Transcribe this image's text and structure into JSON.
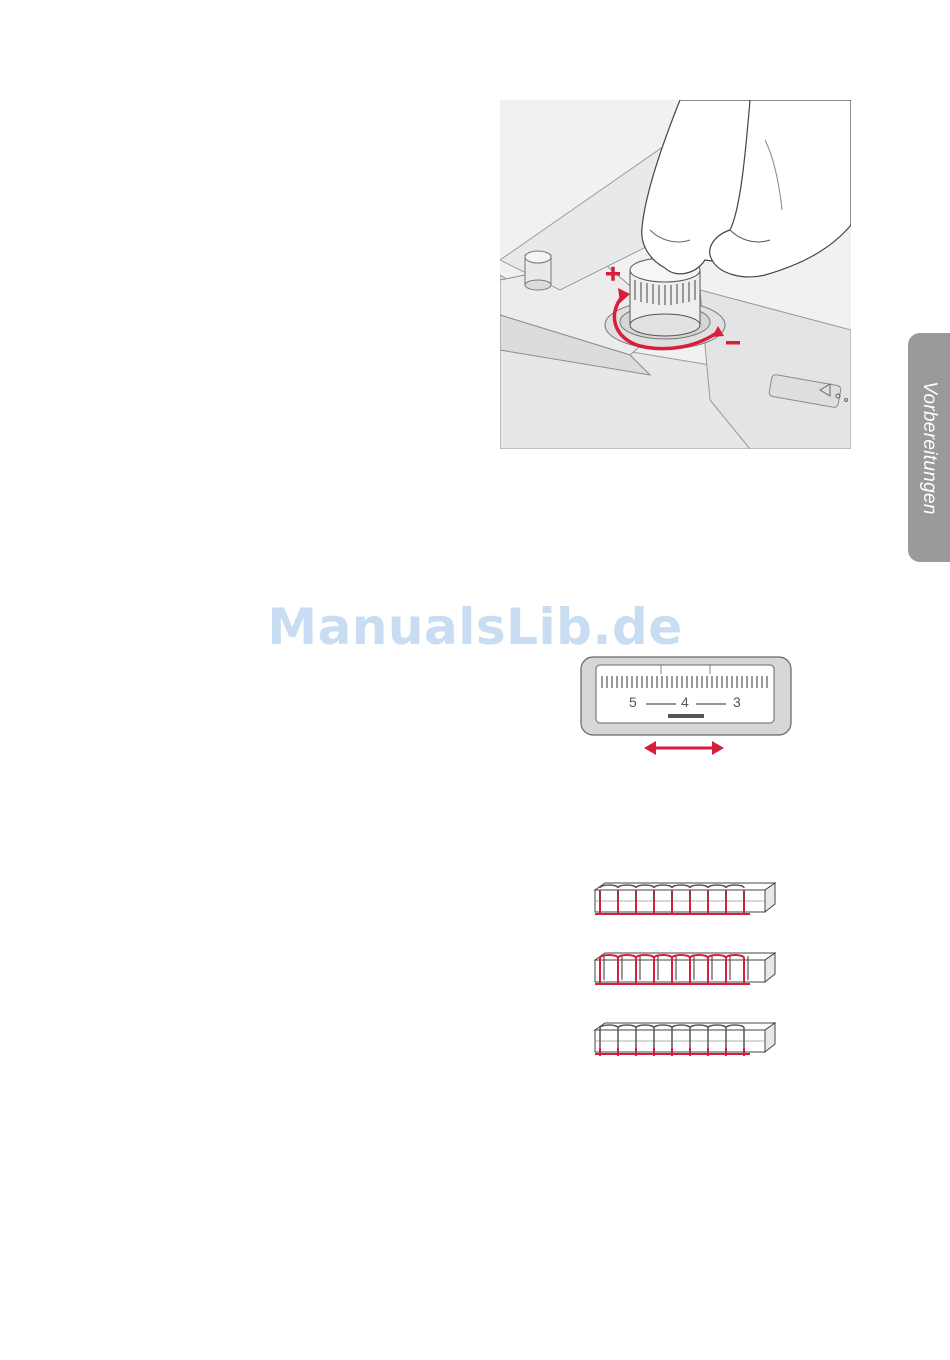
{
  "side_tab": {
    "label": "Vorbereitungen"
  },
  "watermark": {
    "text": "ManualsLib.de"
  },
  "knob_figure": {
    "plus_symbol": "+",
    "minus_symbol": "–"
  },
  "dial_figure": {
    "numbers": [
      "5",
      "4",
      "3"
    ]
  },
  "colors": {
    "accent_red": "#d81e3a",
    "tab_gray": "#9a9a9a",
    "watermark_blue": "#c9ddf2"
  }
}
